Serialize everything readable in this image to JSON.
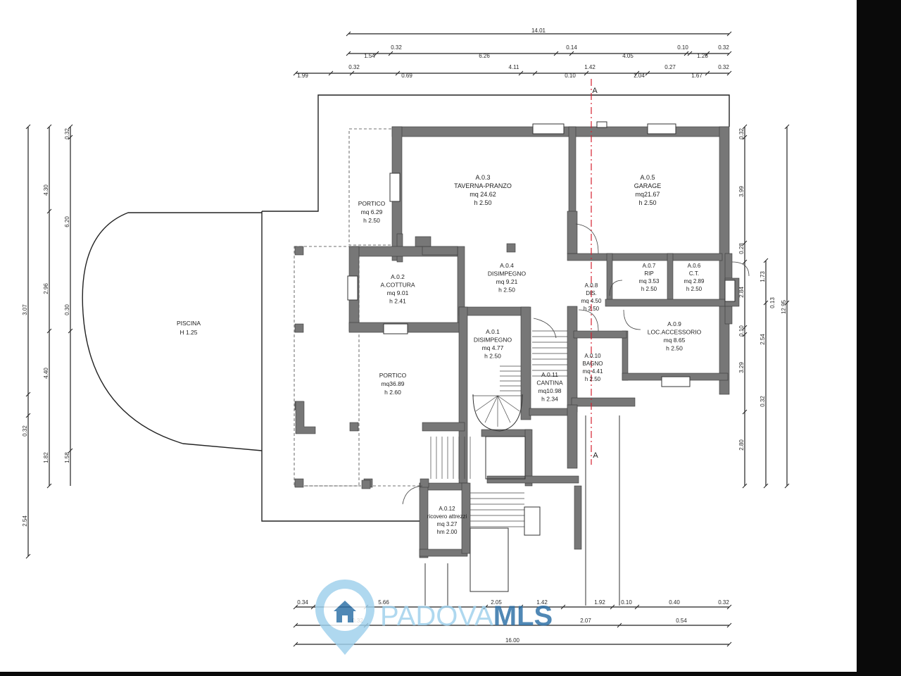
{
  "rooms": [
    {
      "code": "A.0.3",
      "name": "TAVERNA-PRANZO",
      "area": "mq 24.62",
      "height": "h 2.50"
    },
    {
      "code": "A.0.5",
      "name": "GARAGE",
      "area": "mq21.67",
      "height": "h 2.50"
    },
    {
      "code": "A.0.2",
      "name": "A.COTTURA",
      "area": "mq 9.01",
      "height": "h 2.41"
    },
    {
      "code": "A.0.4",
      "name": "DISIMPEGNO",
      "area": "mq 9.21",
      "height": "h 2.50"
    },
    {
      "code": "A.0.7",
      "name": "RIP",
      "area": "mq 3.53",
      "height": "h 2.50"
    },
    {
      "code": "A.0.6",
      "name": "C.T.",
      "area": "mq 2.89",
      "height": "h 2.50"
    },
    {
      "code": "A.0.8",
      "name": "DIS.",
      "area": "mq 4.50",
      "height": "h 2.50"
    },
    {
      "code": "A.0.1",
      "name": "DISIMPEGNO",
      "area": "mq 4.77",
      "height": "h 2.50"
    },
    {
      "code": "A.0.9",
      "name": "LOC.ACCESSORIO",
      "area": "mq 8.65",
      "height": "h 2.50"
    },
    {
      "code": "A.0.10",
      "name": "BAGNO",
      "area": "mq 4.41",
      "height": "h 2.50"
    },
    {
      "code": "A.0.11",
      "name": "CANTINA",
      "area": "mq10.98",
      "height": "h 2.34"
    },
    {
      "code": "A.0.12",
      "name": "ricovero attrezzi",
      "area": "mq 3.27",
      "height": "hm 2.00"
    }
  ],
  "porticoes": [
    {
      "name": "PORTICO",
      "area": "mq 6.29",
      "height": "h 2.50"
    },
    {
      "name": "PORTICO",
      "area": "mq36.89",
      "height": "h 2.60"
    }
  ],
  "pool": {
    "name": "PISCINA",
    "depth": "H 1.25"
  },
  "section_marks": [
    "A",
    "A"
  ],
  "dims_top": {
    "row1": [
      "14.01"
    ],
    "row2": [
      "1.54",
      "0.32",
      "6.26",
      "0.14",
      "4.05",
      "0.10",
      "1.28",
      "0.32"
    ],
    "row3": [
      "1.99",
      "0.32",
      "0.69",
      "4.11",
      "0.10",
      "1.42",
      "2.04",
      "0.27",
      "1.67",
      "0.32"
    ]
  },
  "dims_left": {
    "col1": [
      "3.07",
      "0.32",
      "2.54"
    ],
    "col2": [
      "4.30",
      "2.96",
      "4.40",
      "1.82"
    ],
    "col3": [
      "0.32",
      "6.20",
      "0.30",
      "1.58"
    ]
  },
  "dims_right": {
    "col1": [
      "0.32",
      "3.99",
      "0.28",
      "2.84",
      "0.10",
      "3.29",
      "2.80"
    ],
    "col2": [
      "1.73",
      "2.54",
      "0.32"
    ],
    "col3": [
      "0.13",
      "12.95"
    ]
  },
  "dims_bottom": {
    "row1": [
      "0.34",
      "5.66",
      "2.05",
      "1.42",
      "1.92",
      "0.10",
      "0.40",
      "0.32"
    ],
    "row2": [
      "0.32",
      "2.07",
      "0.54"
    ],
    "row3": [
      "16.00"
    ]
  },
  "watermark": {
    "part1": "PADOVA",
    "part2": "MLS"
  },
  "colors": {
    "wall": "#777777",
    "wall_edge": "#3a3a3a",
    "watermark_light": "#9ed0ec",
    "watermark_dark": "#2a6ea6",
    "section_line": "#d42030"
  }
}
